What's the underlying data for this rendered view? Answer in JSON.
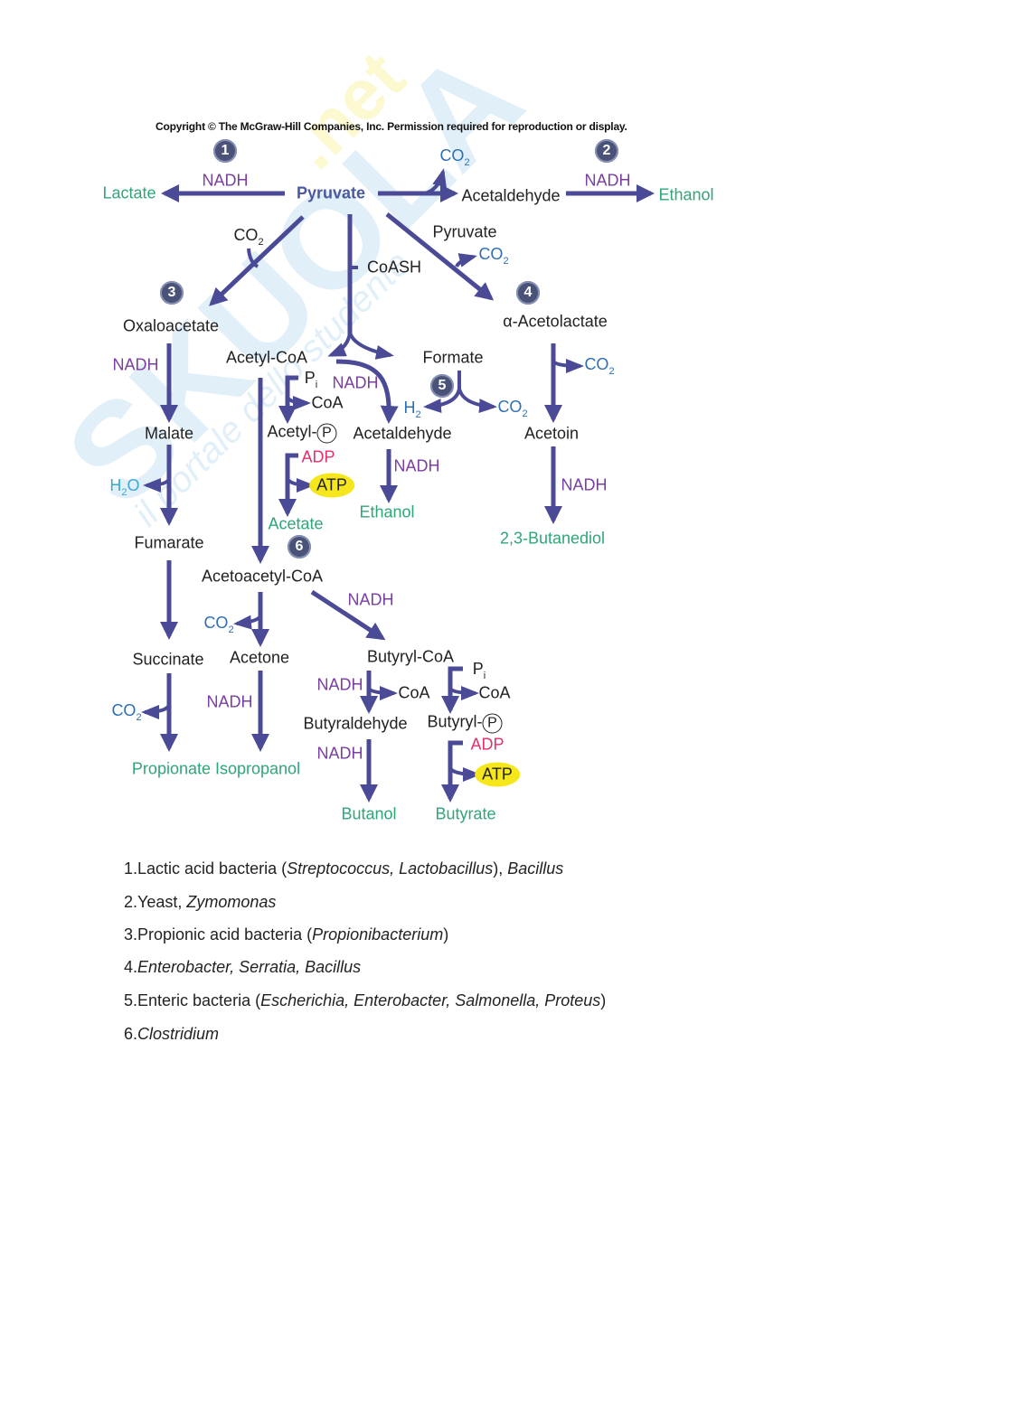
{
  "watermark": {
    "brand": "SKUOLA.net",
    "tagline": "il portale dello studente"
  },
  "copyright": "Copyright © The McGraw-Hill Companies, Inc. Permission required for reproduction or display.",
  "pathway_numbers": [
    "1",
    "2",
    "3",
    "4",
    "5",
    "6"
  ],
  "labels": {
    "lactate": "Lactate",
    "nadh": "NADH",
    "pyruvate": "Pyruvate",
    "co2": "CO",
    "two": "2",
    "acetaldehyde": "Acetaldehyde",
    "ethanol": "Ethanol",
    "coash": "CoASH",
    "oxaloacetate": "Oxaloacetate",
    "acetolactate": "α-Acetolactate",
    "acetyl_coa": "Acetyl-CoA",
    "formate": "Formate",
    "p": "P",
    "i": "i",
    "coa": "CoA",
    "h": "H",
    "malate": "Malate",
    "acetyl": "Acetyl-",
    "acetoin": "Acetoin",
    "adp": "ADP",
    "atp": "ATP",
    "h2o_h": "H",
    "h2o_o": "O",
    "acetate": "Acetate",
    "butanediol": "2,3-Butanediol",
    "fumarate": "Fumarate",
    "acetoacetyl_coa": "Acetoacetyl-CoA",
    "succinate": "Succinate",
    "acetone": "Acetone",
    "butyryl_coa": "Butyryl-CoA",
    "butyraldehyde": "Butyraldehyde",
    "butyryl": "Butyryl-",
    "propionate_isopropanol": "Propionate Isopropanol",
    "butanol": "Butanol",
    "butyrate": "Butyrate"
  },
  "legend": [
    {
      "n": "1.",
      "plain": "Lactic acid bacteria (",
      "italic": "Streptococcus, Lactobacillus",
      "plain2": "), ",
      "italic2": "Bacillus"
    },
    {
      "n": "2.",
      "plain": "Yeast, ",
      "italic": "Zymomonas",
      "plain2": "",
      "italic2": ""
    },
    {
      "n": "3.",
      "plain": "Propionic acid bacteria (",
      "italic": "Propionibacterium",
      "plain2": ")",
      "italic2": ""
    },
    {
      "n": "4.",
      "plain": "",
      "italic": "Enterobacter, Serratia, Bacillus",
      "plain2": "",
      "italic2": ""
    },
    {
      "n": "5.",
      "plain": "Enteric bacteria (",
      "italic": "Escherichia, Enterobacter, Salmonella, Proteus",
      "plain2": ")",
      "italic2": ""
    },
    {
      "n": "6.",
      "plain": "",
      "italic": "Clostridium",
      "plain2": "",
      "italic2": ""
    }
  ],
  "colors": {
    "arrow": "#4b4a96",
    "product": "#2fa676",
    "nadh": "#7a3fa0",
    "co2": "#2f6fb4",
    "adp": "#e5306b",
    "atp": "#f6e61c"
  }
}
